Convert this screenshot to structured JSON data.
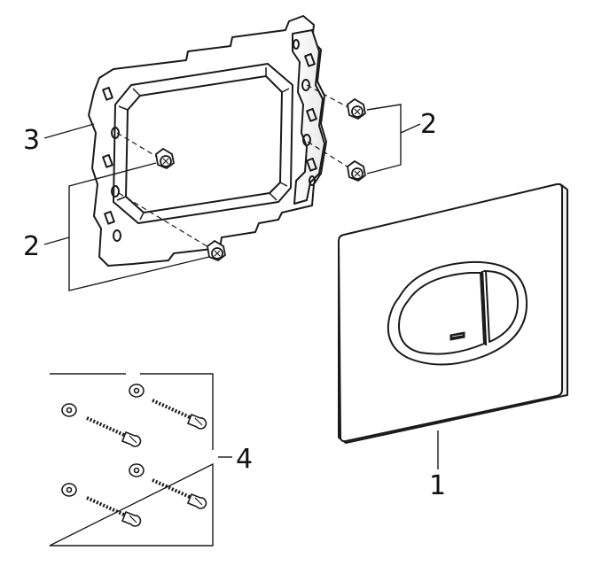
{
  "diagram": {
    "callouts": {
      "plate": "1",
      "screws_right": "2",
      "screws_left": "2",
      "frame": "3",
      "spare_kit": "4"
    },
    "colors": {
      "line": "#1a1a1a",
      "paper": "#ffffff"
    },
    "icons": {
      "brand_logo": "grohe-logo-icon"
    }
  }
}
